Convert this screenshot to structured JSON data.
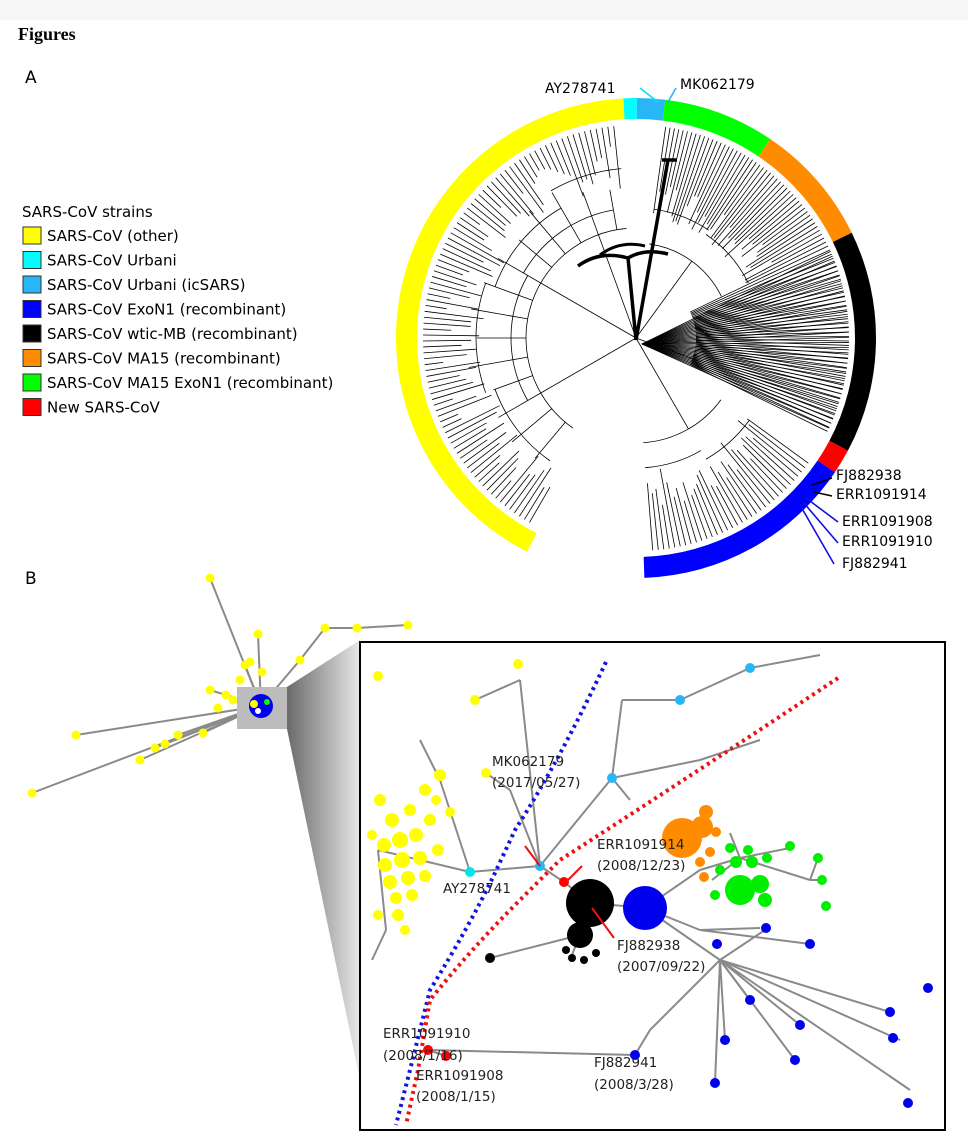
{
  "heading": "Figures",
  "panels": {
    "a": "A",
    "b": "B"
  },
  "legend": {
    "title": "SARS-CoV strains",
    "items": [
      {
        "label": "SARS-CoV (other)",
        "color": "#ffff00"
      },
      {
        "label": "SARS-CoV Urbani",
        "color": "#00ffff"
      },
      {
        "label": "SARS-CoV Urbani (icSARS)",
        "color": "#29b6f6"
      },
      {
        "label": "SARS-CoV ExoN1 (recombinant)",
        "color": "#0000ff"
      },
      {
        "label": "SARS-CoV wtic-MB (recombinant)",
        "color": "#000000"
      },
      {
        "label": "SARS-CoV MA15 (recombinant)",
        "color": "#ff8c00"
      },
      {
        "label": "SARS-CoV MA15 ExoN1 (recombinant)",
        "color": "#00ff00"
      },
      {
        "label": "New SARS-CoV",
        "color": "#ff0000"
      }
    ]
  },
  "tree_labels": {
    "ay278741": "AY278741",
    "mk062179": "MK062179",
    "fj882938": "FJ882938",
    "err1091914": "ERR1091914",
    "err1091908": "ERR1091908",
    "err1091910": "ERR1091910",
    "fj882941": "FJ882941"
  },
  "network_labels": {
    "mk_name": "MK062179",
    "mk_date": "(2017/05/27)",
    "e914_name": "ERR1091914",
    "e914_date": "(2008/12/23)",
    "ay_name": "AY278741",
    "fj938_name": "FJ882938",
    "fj938_date": "(2007/09/22)",
    "e910_name": "ERR1091910",
    "e910_date": "(2008/1/16)",
    "e908_name": "ERR1091908",
    "e908_date": "(2008/1/15)",
    "fj941_name": "FJ882941",
    "fj941_date": "(2008/3/28)"
  }
}
